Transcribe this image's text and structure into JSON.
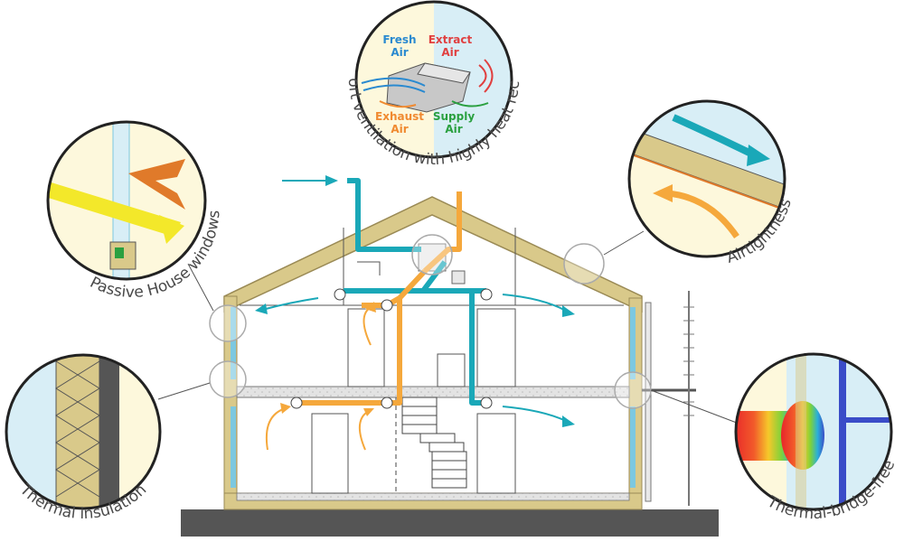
{
  "labels": {
    "passive_windows": "Passive House windows",
    "thermal_insulation": "Thermal insulation",
    "comfort_ventilation": "Comfort ventilation with highly heat recovery",
    "airtightness": "Airtightness",
    "thermal_bridge_free": "Thermal-bridge-free"
  },
  "air_labels": {
    "fresh_1": "Fresh",
    "fresh_2": "Air",
    "extract_1": "Extract",
    "extract_2": "Air",
    "exhaust_1": "Exhaust",
    "exhaust_2": "Air",
    "supply_1": "Supply",
    "supply_2": "Air"
  },
  "colors": {
    "wall": "#d9c98a",
    "wall_stroke": "#9a8a55",
    "cream": "#fdf8dc",
    "light_blue": "#d8eef6",
    "teal": "#1aa8b8",
    "orange": "#f5a83c",
    "outline": "#555555",
    "ground": "#555555",
    "fresh_text": "#2a8ad0",
    "extract_text": "#e04040",
    "exhaust_text": "#f08a30",
    "supply_text": "#2aa040"
  }
}
